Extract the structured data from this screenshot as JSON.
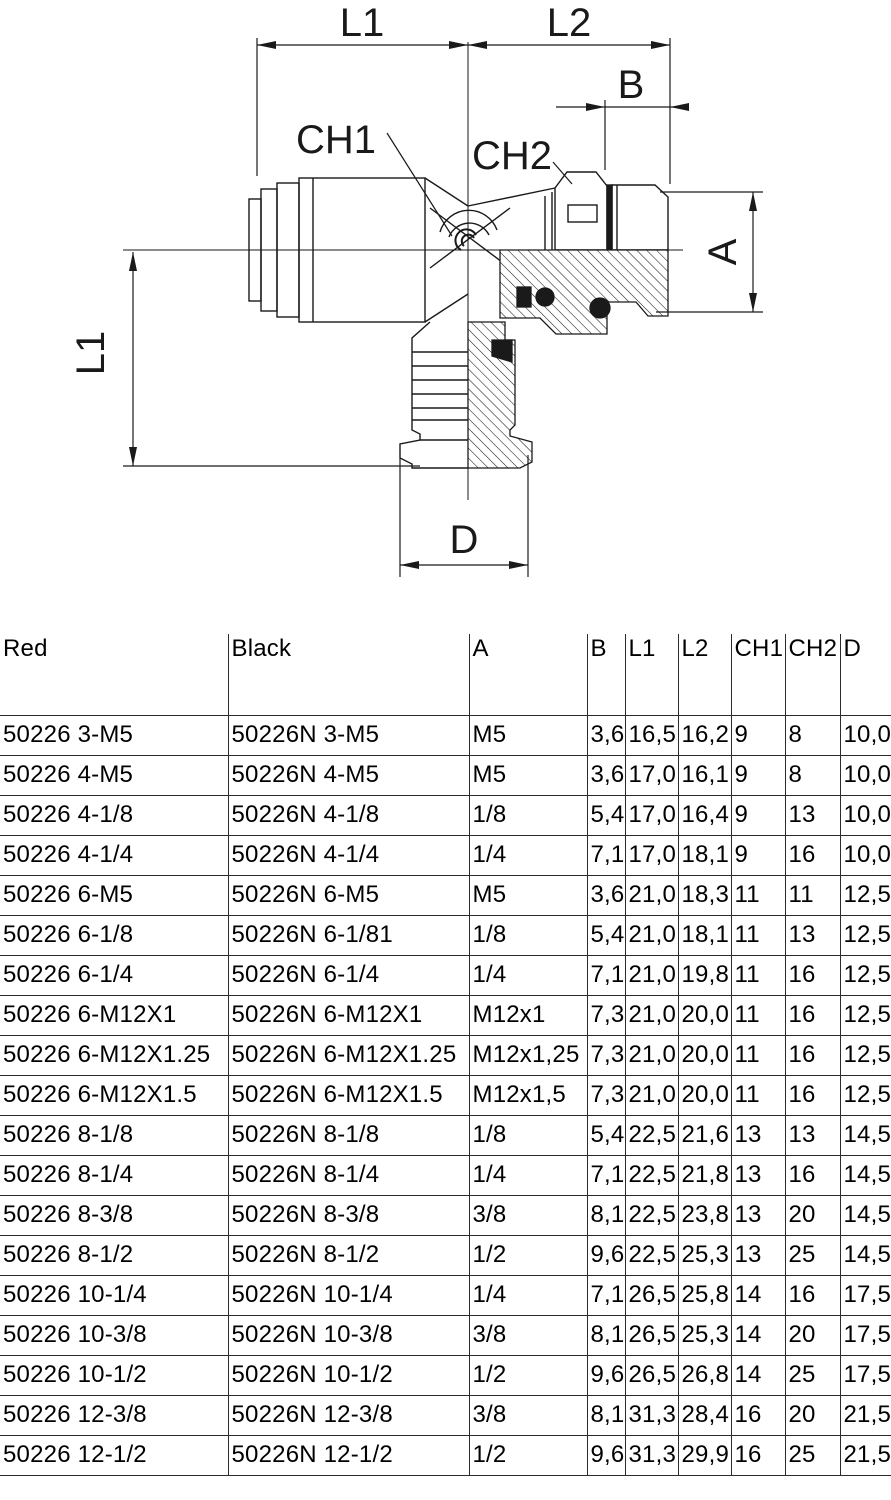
{
  "drawing": {
    "description": "Side view of push-in male tee fitting, right port and bottom stem shown in half section",
    "labels": {
      "l1_top": "L1",
      "l2_top": "L2",
      "b": "B",
      "ch1": "CH1",
      "ch2": "CH2",
      "a": "A",
      "l1_left": "L1",
      "d": "D"
    }
  },
  "table": {
    "columns": [
      "Red",
      "Black",
      "A",
      "B",
      "L1",
      "L2",
      "CH1",
      "CH2",
      "D"
    ],
    "rows": [
      [
        "50226 3-M5",
        "50226N 3-M5",
        "M5",
        "3,6",
        "16,5",
        "16,2",
        "9",
        "8",
        "10,0"
      ],
      [
        "50226 4-M5",
        "50226N 4-M5",
        "M5",
        "3,6",
        "17,0",
        "16,1",
        "9",
        "8",
        "10,0"
      ],
      [
        "50226 4-1/8",
        "50226N 4-1/8",
        "1/8",
        "5,4",
        "17,0",
        "16,4",
        "9",
        "13",
        "10,0"
      ],
      [
        "50226 4-1/4",
        "50226N 4-1/4",
        "1/4",
        "7,1",
        "17,0",
        "18,1",
        "9",
        "16",
        "10,0"
      ],
      [
        "50226 6-M5",
        "50226N 6-M5",
        "M5",
        "3,6",
        "21,0",
        "18,3",
        "11",
        "11",
        "12,5"
      ],
      [
        "50226 6-1/8",
        "50226N 6-1/81",
        "1/8",
        "5,4",
        "21,0",
        "18,1",
        "11",
        "13",
        "12,5"
      ],
      [
        "50226 6-1/4",
        "50226N 6-1/4",
        "1/4",
        "7,1",
        "21,0",
        "19,8",
        "11",
        "16",
        "12,5"
      ],
      [
        "50226 6-M12X1",
        "50226N 6-M12X1",
        "M12x1",
        "7,3",
        "21,0",
        "20,0",
        "11",
        "16",
        "12,5"
      ],
      [
        "50226 6-M12X1.25",
        "50226N 6-M12X1.25",
        "M12x1,25",
        "7,3",
        "21,0",
        "20,0",
        "11",
        "16",
        "12,5"
      ],
      [
        "50226 6-M12X1.5",
        "50226N 6-M12X1.5",
        "M12x1,5",
        "7,3",
        "21,0",
        "20,0",
        "11",
        "16",
        "12,5"
      ],
      [
        "50226 8-1/8",
        "50226N 8-1/8",
        "1/8",
        "5,4",
        "22,5",
        "21,6",
        "13",
        "13",
        "14,5"
      ],
      [
        "50226 8-1/4",
        "50226N 8-1/4",
        "1/4",
        "7,1",
        "22,5",
        "21,8",
        "13",
        "16",
        "14,5"
      ],
      [
        "50226 8-3/8",
        "50226N 8-3/8",
        "3/8",
        "8,1",
        "22,5",
        "23,8",
        "13",
        "20",
        "14,5"
      ],
      [
        "50226 8-1/2",
        "50226N 8-1/2",
        "1/2",
        "9,6",
        "22,5",
        "25,3",
        "13",
        "25",
        "14,5"
      ],
      [
        "50226 10-1/4",
        "50226N 10-1/4",
        "1/4",
        "7,1",
        "26,5",
        "25,8",
        "14",
        "16",
        "17,5"
      ],
      [
        "50226 10-3/8",
        "50226N 10-3/8",
        "3/8",
        "8,1",
        "26,5",
        "25,3",
        "14",
        "20",
        "17,5"
      ],
      [
        "50226 10-1/2",
        "50226N 10-1/2",
        "1/2",
        "9,6",
        "26,5",
        "26,8",
        "14",
        "25",
        "17,5"
      ],
      [
        "50226 12-3/8",
        "50226N 12-3/8",
        "3/8",
        "8,1",
        "31,3",
        "28,4",
        "16",
        "20",
        "21,5"
      ],
      [
        "50226 12-1/2",
        "50226N 12-1/2",
        "1/2",
        "9,6",
        "31,3",
        "29,9",
        "16",
        "25",
        "21,5"
      ]
    ]
  },
  "colors": {
    "line": "#1a1a1a",
    "table_border": "#2b2b2b",
    "background": "#ffffff"
  }
}
